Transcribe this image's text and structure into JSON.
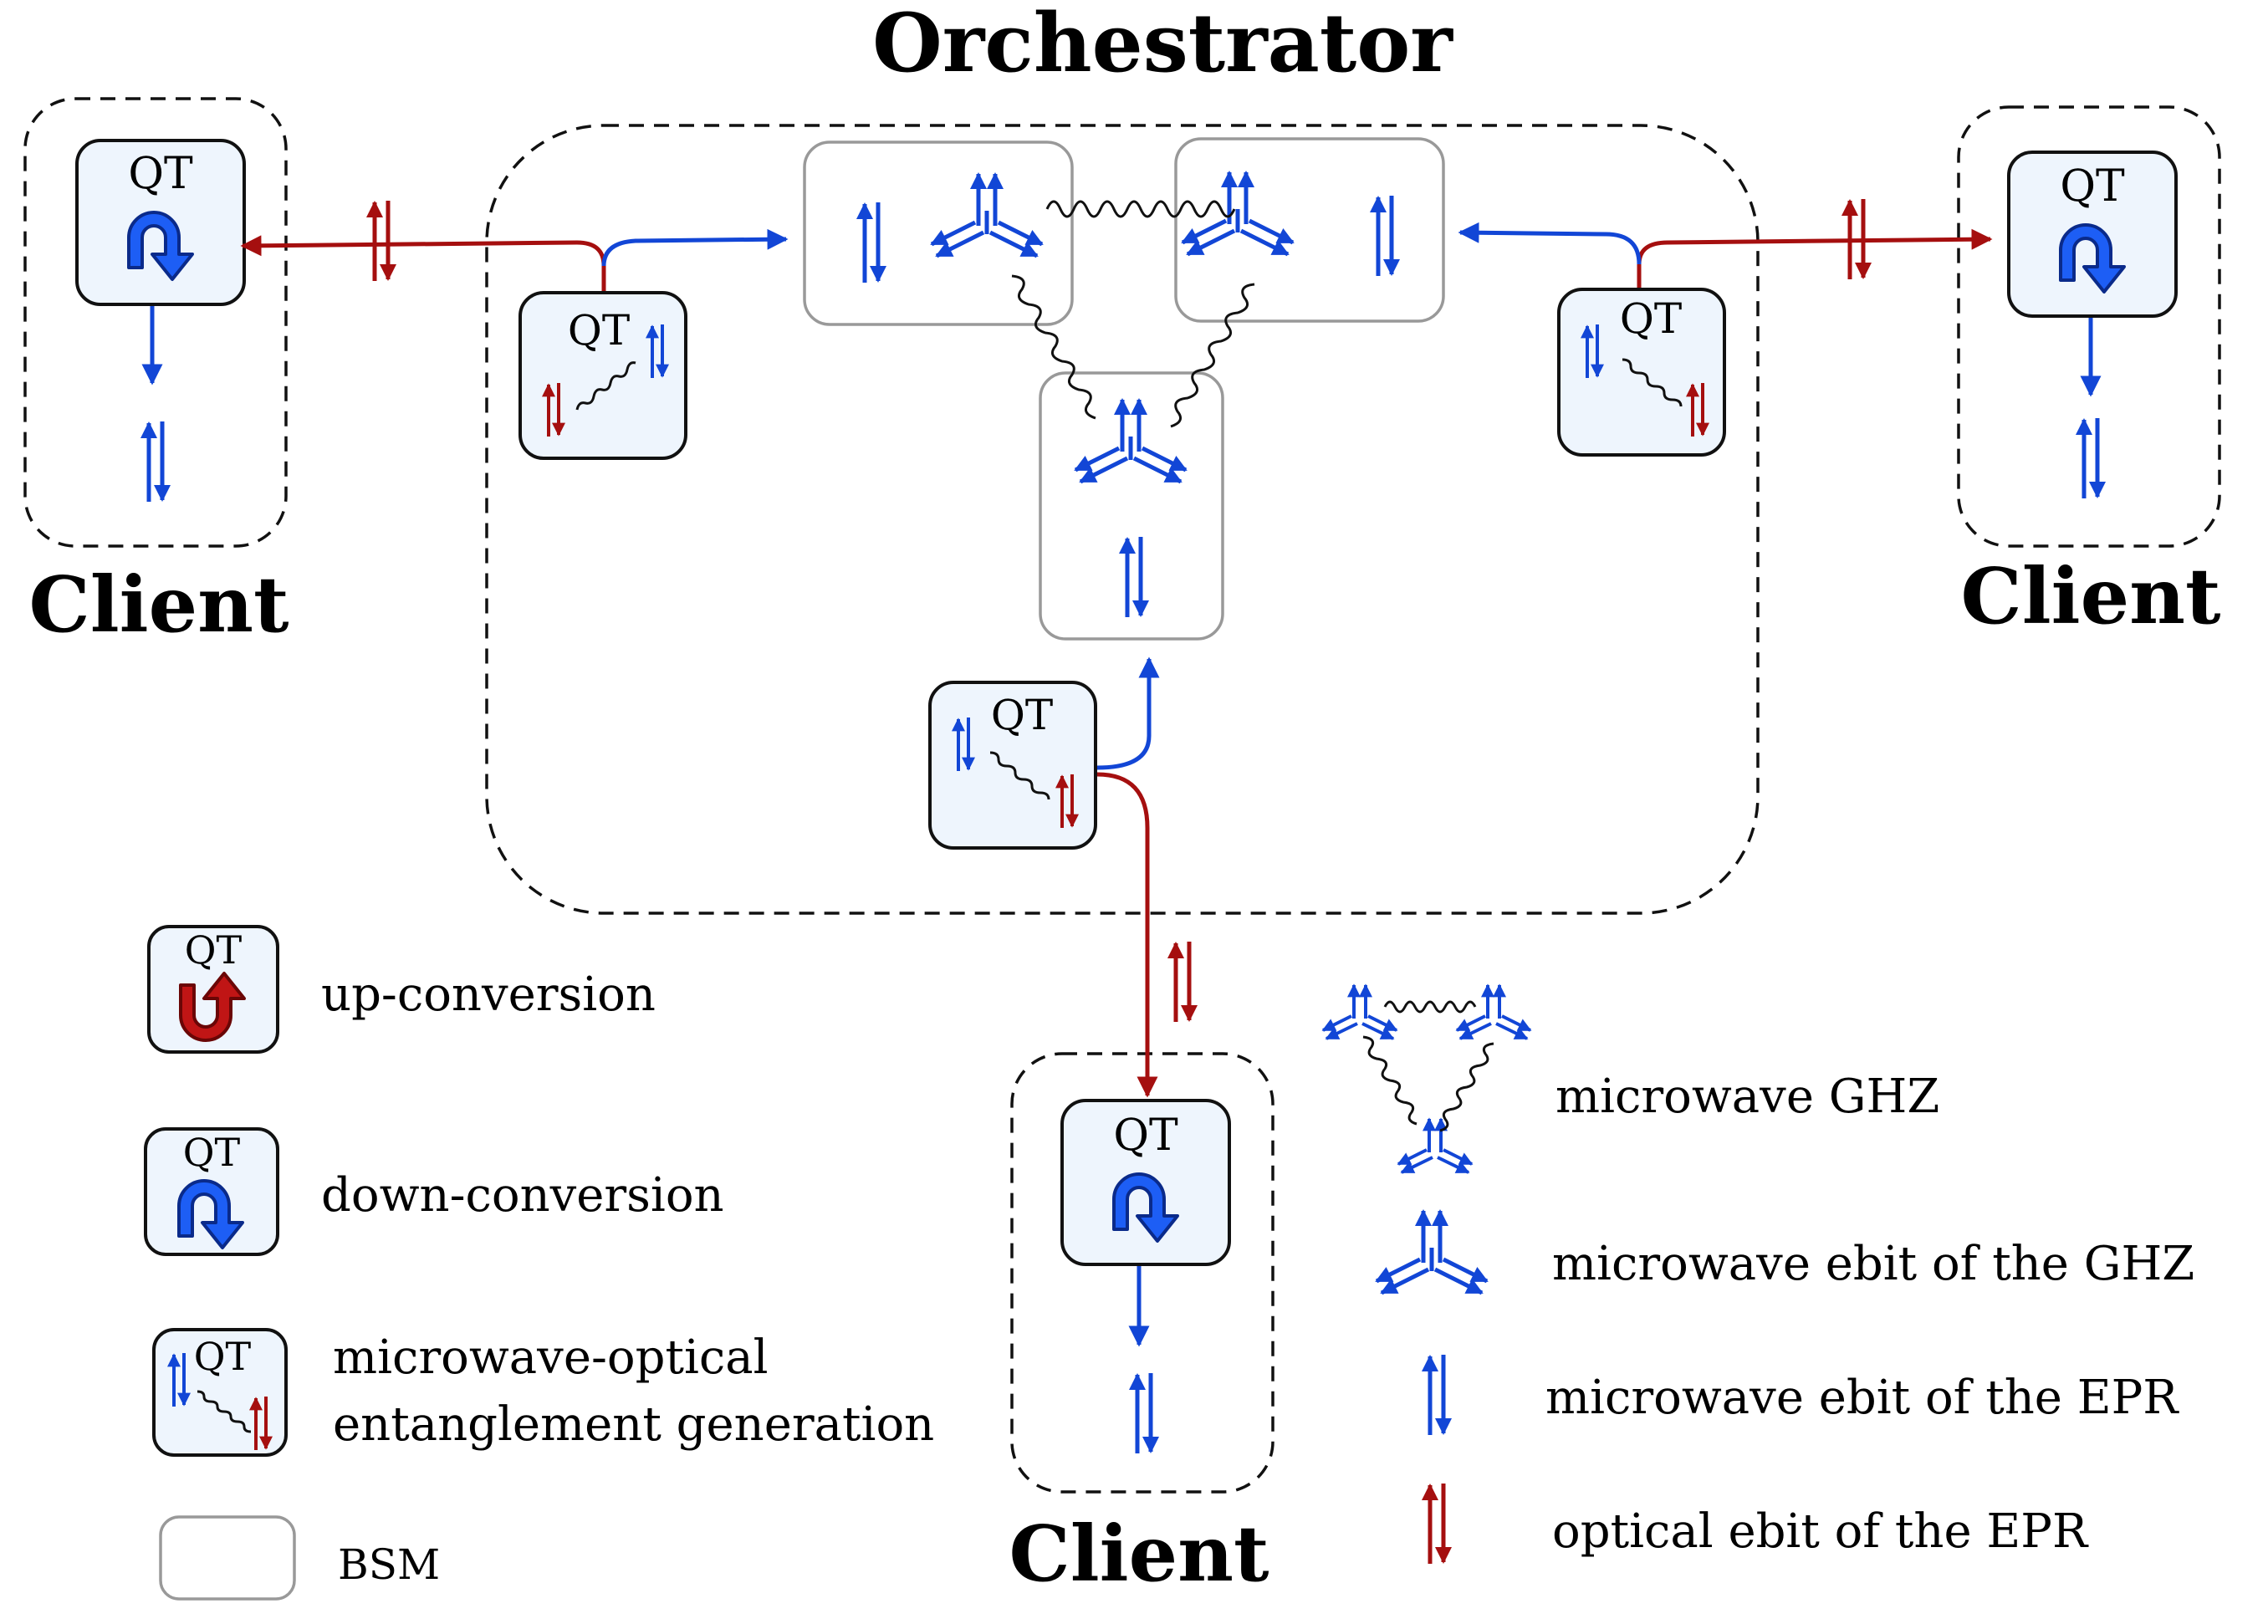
{
  "title": "Orchestrator",
  "qt_label": "QT",
  "clients": {
    "left": "Client",
    "right": "Client",
    "bottom": "Client"
  },
  "legend": {
    "up_conversion": "up-conversion",
    "down_conversion": "down-conversion",
    "mo_gen_line1": "microwave-optical",
    "mo_gen_line2": "entanglement generation",
    "bsm": "BSM",
    "mw_ghz": "microwave GHZ",
    "mw_ebit_ghz": "microwave ebit of the GHZ",
    "mw_ebit_epr": "microwave ebit of the EPR",
    "opt_ebit_epr": "optical ebit of the EPR"
  },
  "colors": {
    "microwave": "#1246d6",
    "optical": "#a50f0f",
    "qt_box_fill": "#eef5fd",
    "bsm_stroke": "#999999",
    "dashed": "#111111"
  }
}
